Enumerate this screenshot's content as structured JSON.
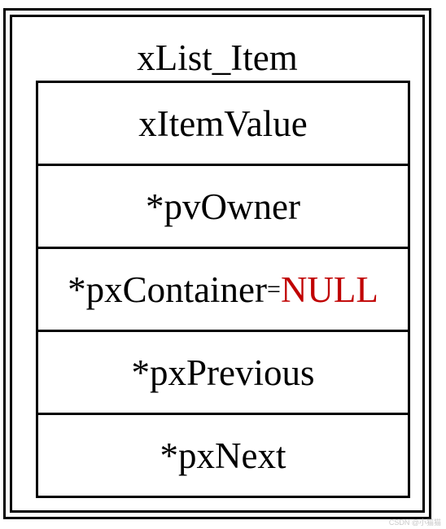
{
  "diagram": {
    "title": "xList_Item",
    "fields": [
      {
        "name": "xItemValue"
      },
      {
        "name": "*pvOwner"
      },
      {
        "name": "*pxContainer",
        "operator": "=",
        "value": "NULL",
        "value_color": "#c00000"
      },
      {
        "name": "*pxPrevious"
      },
      {
        "name": "*pxNext"
      }
    ]
  },
  "watermark": "CSDN @小猫猫"
}
